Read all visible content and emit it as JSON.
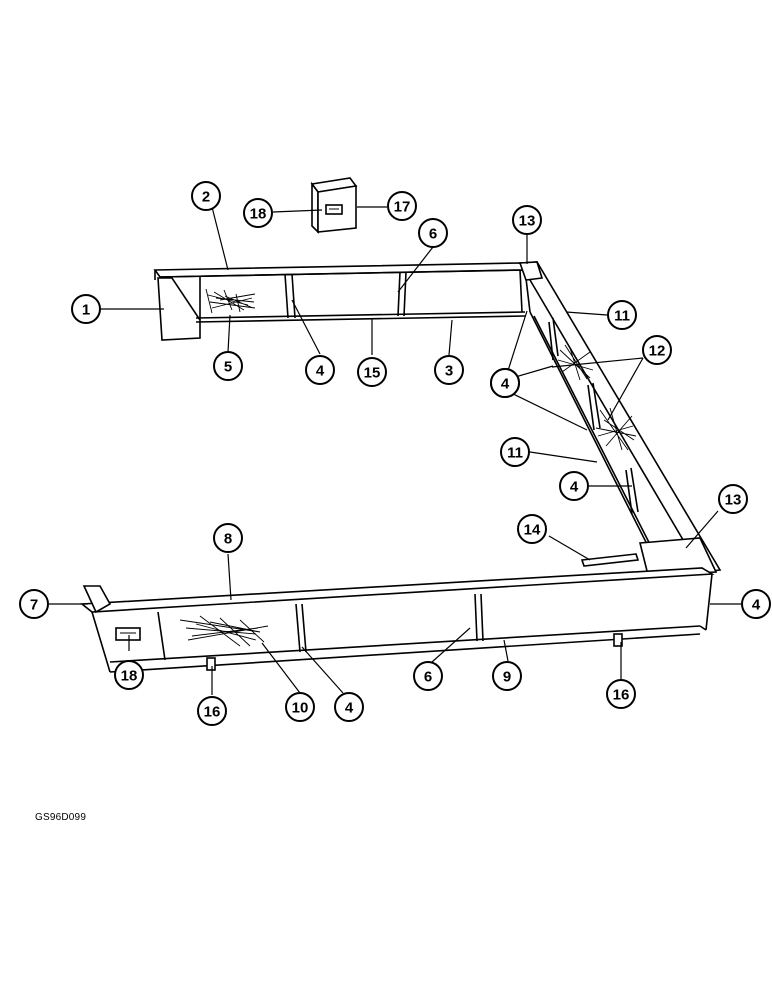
{
  "figure_code": "GS96D099",
  "callouts": [
    {
      "label": "1"
    },
    {
      "label": "2"
    },
    {
      "label": "3"
    },
    {
      "label": "4"
    },
    {
      "label": "5"
    },
    {
      "label": "6"
    },
    {
      "label": "4"
    },
    {
      "label": "15"
    },
    {
      "label": "18"
    },
    {
      "label": "17"
    },
    {
      "label": "13"
    },
    {
      "label": "11"
    },
    {
      "label": "12"
    },
    {
      "label": "4"
    },
    {
      "label": "11"
    },
    {
      "label": "4"
    },
    {
      "label": "13"
    },
    {
      "label": "14"
    },
    {
      "label": "8"
    },
    {
      "label": "7"
    },
    {
      "label": "4"
    },
    {
      "label": "18"
    },
    {
      "label": "16"
    },
    {
      "label": "10"
    },
    {
      "label": "4"
    },
    {
      "label": "6"
    },
    {
      "label": "9"
    },
    {
      "label": "16"
    }
  ]
}
